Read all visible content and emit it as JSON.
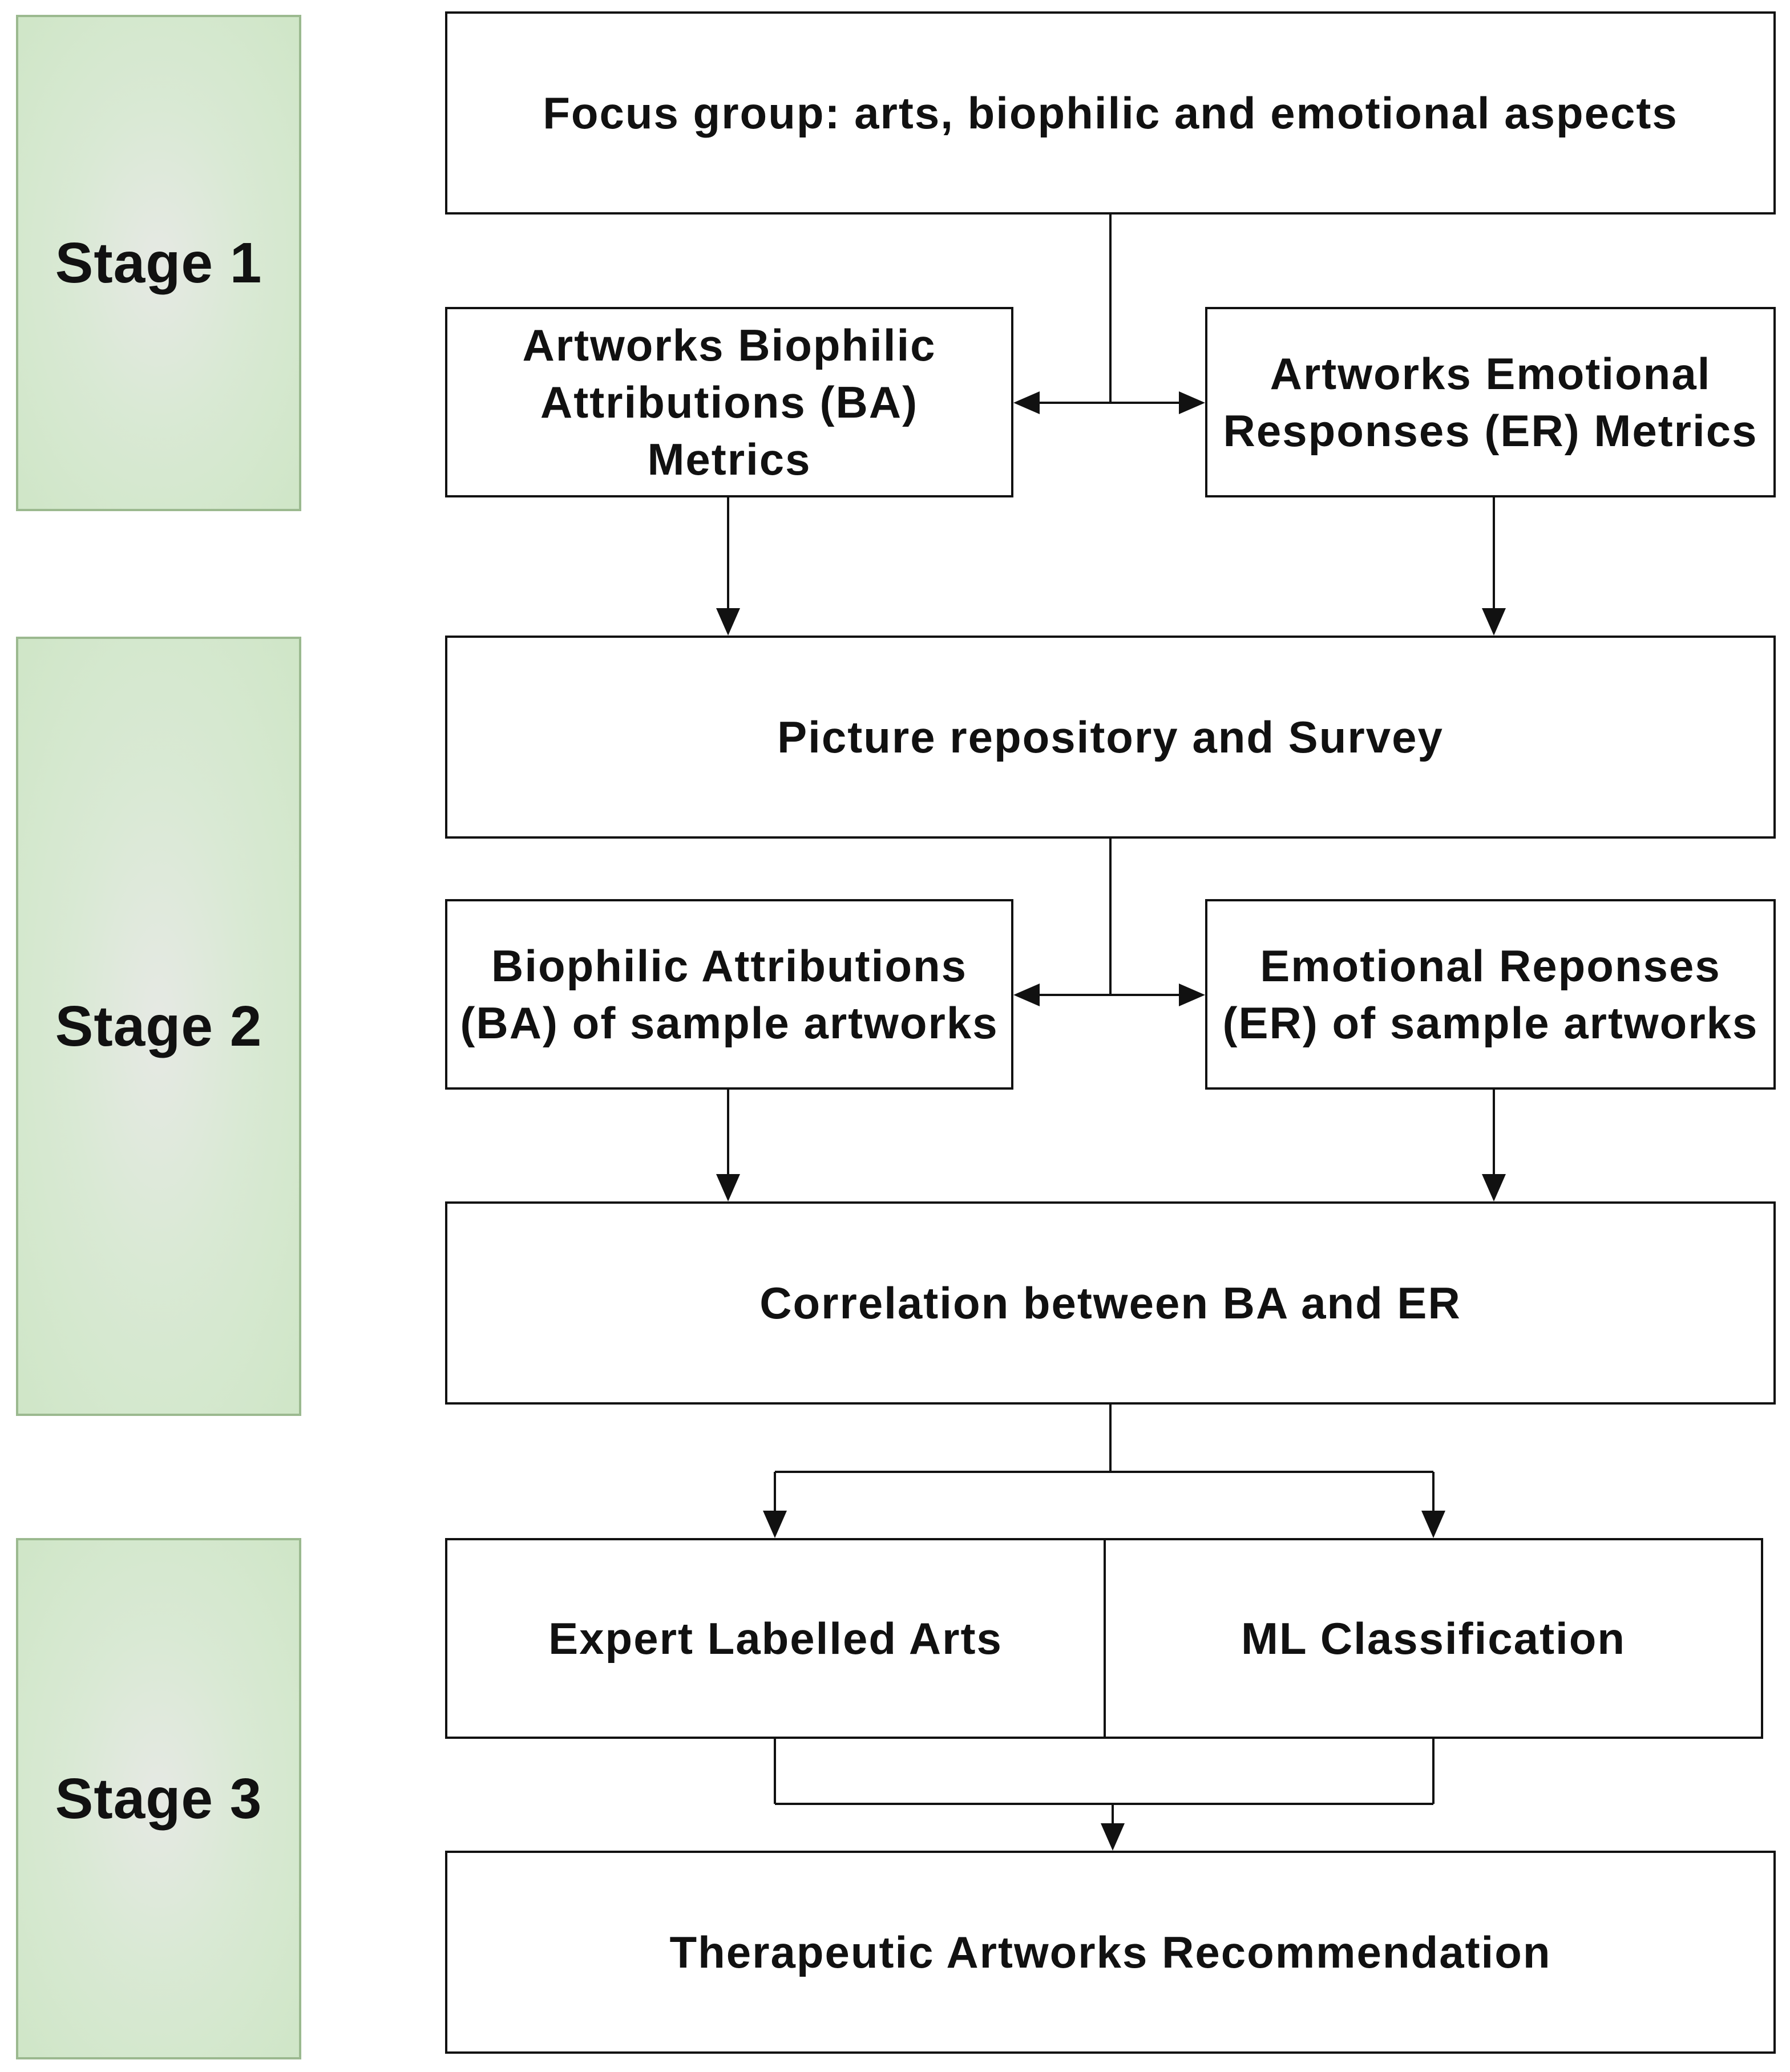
{
  "stages": {
    "stage1": "Stage 1",
    "stage2": "Stage 2",
    "stage3": "Stage 3"
  },
  "boxes": {
    "focus_group": "Focus group: arts, biophilic and emotional aspects",
    "ba_metrics": "Artworks Biophilic Attributions (BA) Metrics",
    "er_metrics": "Artworks Emotional Responses (ER) Metrics",
    "picture_repository": "Picture repository and Survey",
    "ba_sample": "Biophilic Attributions (BA) of sample artworks",
    "er_sample": "Emotional Reponses (ER) of sample artworks",
    "correlation": "Correlation between BA and ER",
    "expert_labelled": "Expert Labelled Arts",
    "ml_classification": "ML Classification",
    "recommendation": "Therapeutic Artworks Recommendation"
  },
  "colors": {
    "stage_fill": "#d9e9d4",
    "stage_border": "#9bb98f",
    "line": "#111111"
  }
}
